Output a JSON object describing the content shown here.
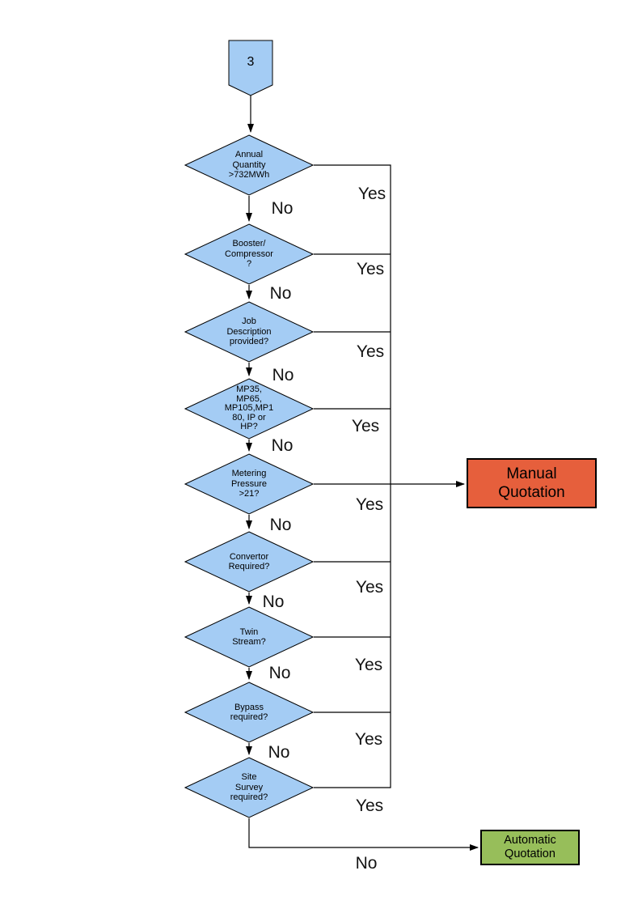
{
  "colors": {
    "decision_fill": "#A4CCF4",
    "decision_stroke": "#000000",
    "manual_fill": "#E65F3C",
    "automatic_fill": "#97BE5A",
    "connector": "#000000"
  },
  "start": {
    "label": "3"
  },
  "decisions": [
    {
      "id": "annual-quantity",
      "label": "Annual\nQuantity\n>732MWh"
    },
    {
      "id": "booster-compressor",
      "label": "Booster/\nCompressor\n?"
    },
    {
      "id": "job-description",
      "label": "Job\nDescription\nprovided?"
    },
    {
      "id": "meter-type",
      "label": "MP35,\nMP65,\nMP105,MP1\n80, IP or\nHP?"
    },
    {
      "id": "metering-pressure",
      "label": "Metering\nPressure\n>21?"
    },
    {
      "id": "convertor",
      "label": "Convertor\nRequired?"
    },
    {
      "id": "twin-stream",
      "label": "Twin\nStream?"
    },
    {
      "id": "bypass",
      "label": "Bypass\nrequired?"
    },
    {
      "id": "site-survey",
      "label": "Site\nSurvey\nrequired?"
    }
  ],
  "edge_labels": {
    "yes": "Yes",
    "no": "No"
  },
  "outcomes": {
    "manual": {
      "label": "Manual\nQuotation"
    },
    "automatic": {
      "label": "Automatic\nQuotation"
    }
  }
}
